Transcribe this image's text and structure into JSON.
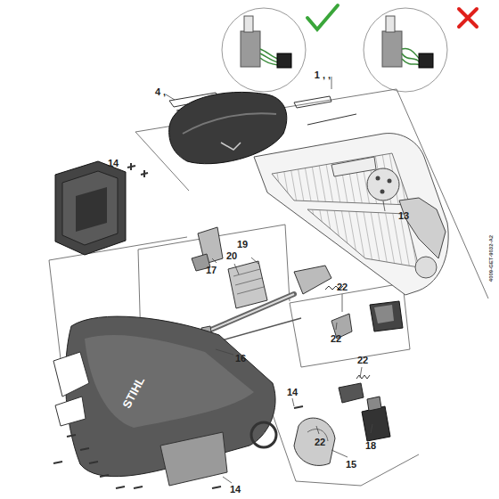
{
  "diagram": {
    "labels": [
      "1 , ,",
      "4 ,",
      "14",
      "13",
      "17",
      "20",
      "19",
      "22",
      "16",
      "22",
      "22",
      "14",
      "22",
      "18",
      "15",
      "14",
      "STIHL",
      "4009-GET-9032-A2"
    ]
  }
}
